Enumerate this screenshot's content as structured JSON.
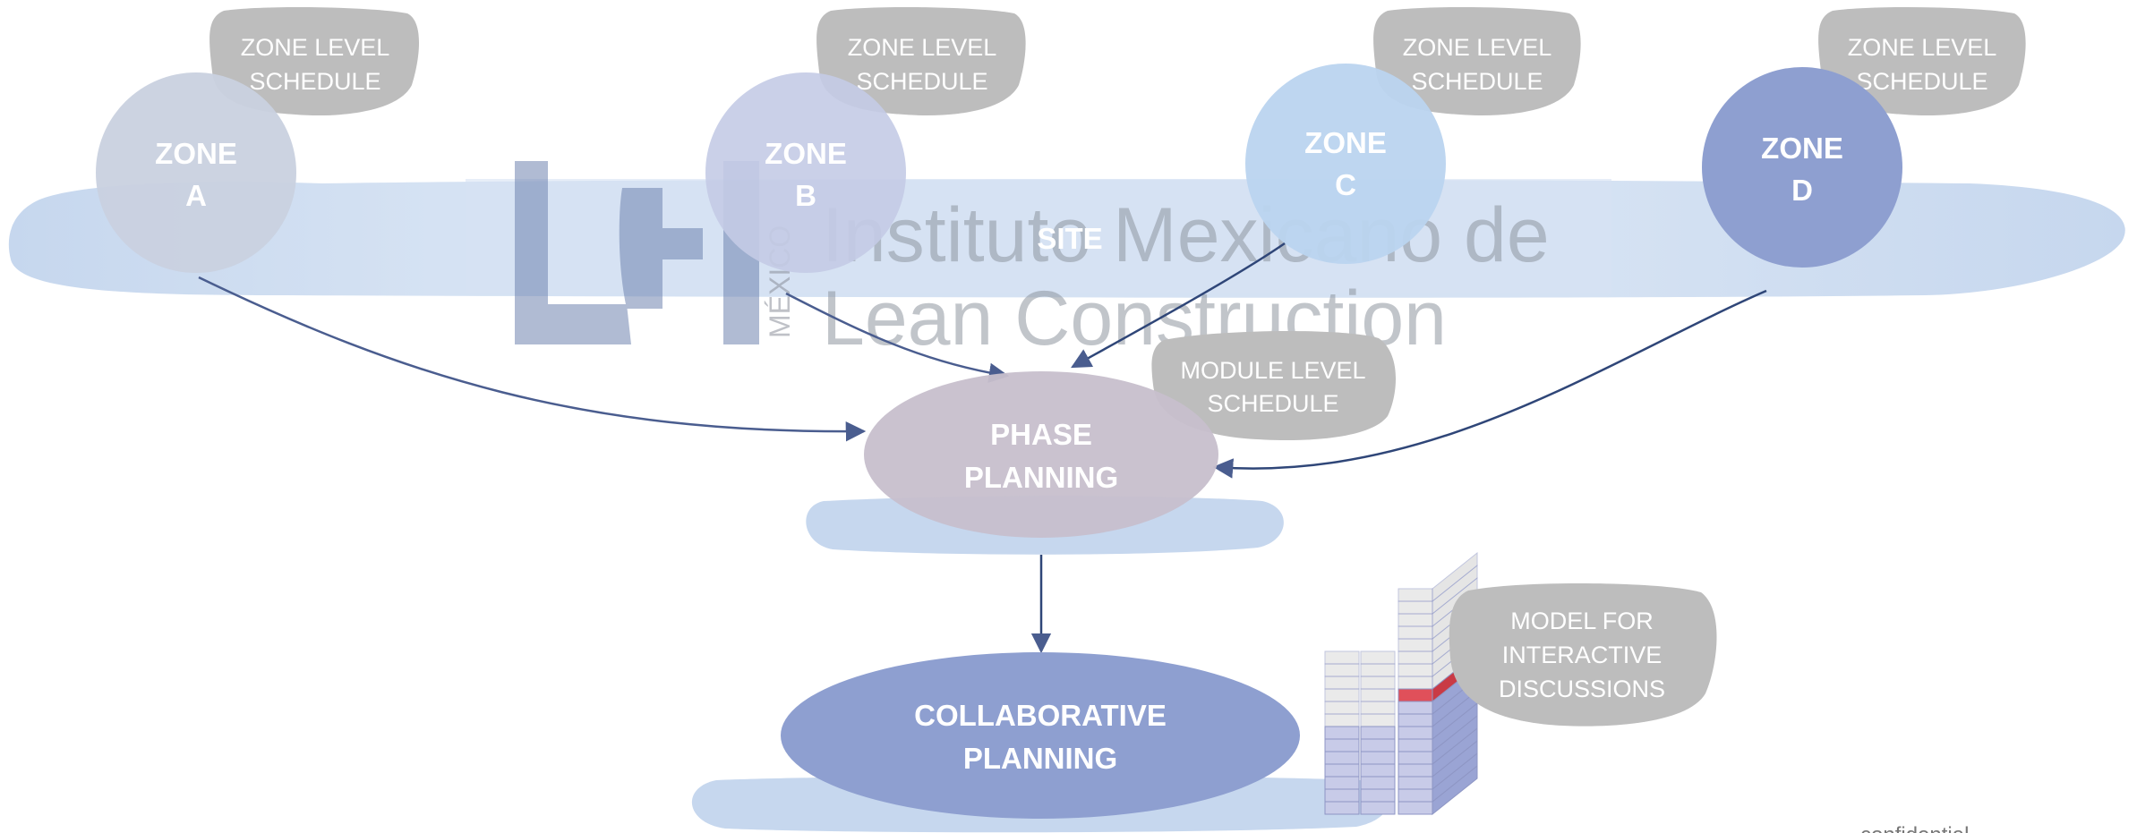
{
  "zones": [
    {
      "id": "a",
      "title": "ZONE",
      "letter": "A",
      "schedule": [
        "ZONE LEVEL",
        "SCHEDULE"
      ]
    },
    {
      "id": "b",
      "title": "ZONE",
      "letter": "B",
      "schedule": [
        "ZONE LEVEL",
        "SCHEDULE"
      ]
    },
    {
      "id": "c",
      "title": "ZONE",
      "letter": "C",
      "schedule": [
        "ZONE LEVEL",
        "SCHEDULE"
      ]
    },
    {
      "id": "d",
      "title": "ZONE",
      "letter": "D",
      "schedule": [
        "ZONE LEVEL",
        "SCHEDULE"
      ]
    }
  ],
  "site_label": "SITE",
  "watermark": {
    "line1": "Instituto Mexicano de",
    "line2": "Lean Construction",
    "country": "MÉXICO"
  },
  "phase_planning": [
    "PHASE",
    "PLANNING"
  ],
  "module_schedule": [
    "MODULE LEVEL",
    "SCHEDULE"
  ],
  "collaborative_planning": [
    "COLLABORATIVE",
    "PLANNING"
  ],
  "model_bubble": [
    "MODEL FOR",
    "INTERACTIVE",
    "DISCUSSIONS"
  ],
  "footer_text": "confidential",
  "colors": {
    "site_band": "#c6d7ee",
    "zone_a": "#c9d1df",
    "zone_b": "#c4cbe6",
    "zone_c": "#bad4ef",
    "zone_d": "#8e9fd0",
    "schedule_bubble": "#bdbdbd",
    "phase_ellipse": "#c7bfcc",
    "collab_ellipse": "#8e9fd0",
    "arrow": "#2f4678",
    "highlight": "#e0505a"
  }
}
